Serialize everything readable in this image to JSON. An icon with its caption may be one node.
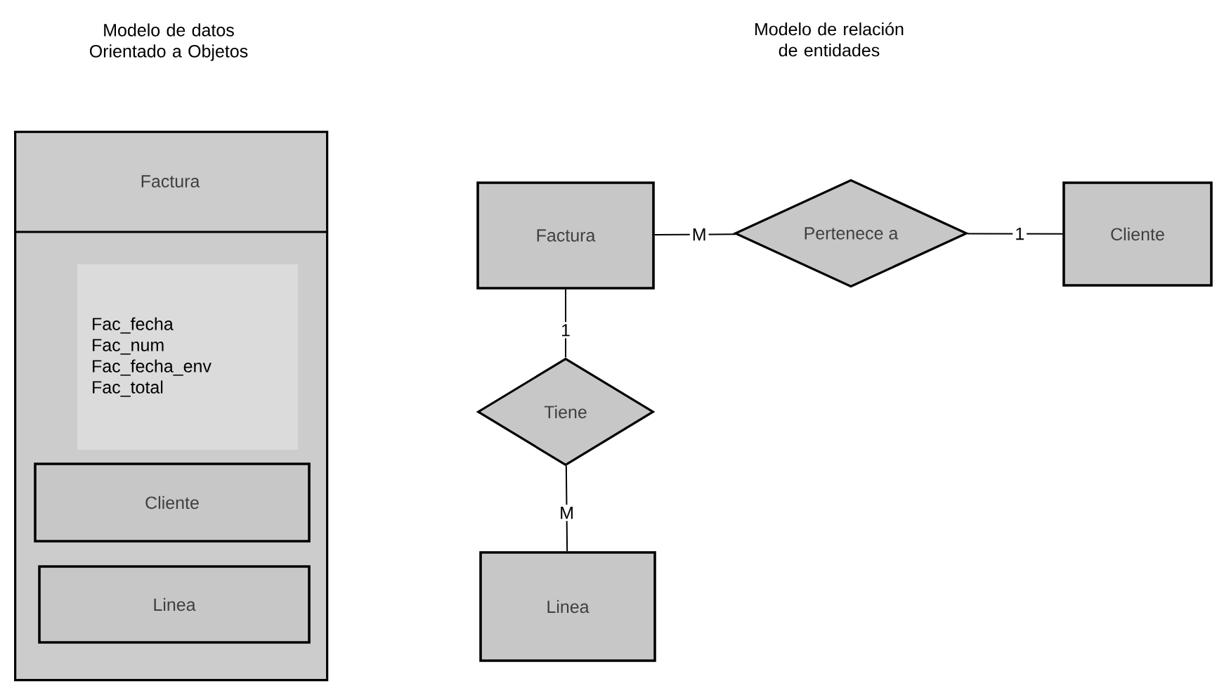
{
  "diagram": {
    "nodes": [
      {
        "text": [
          "Factura"
        ]
      },
      {
        "text": [
          "Fac_fecha",
          "Fac_num",
          "Fac_fecha_env",
          "Fac_total"
        ],
        "in": 0
      },
      {
        "text": [
          "Cliente"
        ],
        "in": 0
      },
      {
        "text": [
          "Linea"
        ],
        "in": 0
      },
      {
        "text": [
          "Factura"
        ]
      },
      {
        "text": [
          "Pertenece a"
        ]
      },
      {
        "text": [
          "Cliente"
        ]
      },
      {
        "text": [
          "Tiene"
        ]
      },
      {
        "text": [
          "Linea"
        ]
      }
    ],
    "edges": [
      {
        "from": 4,
        "to": 5,
        "arrow": "none",
        "label": "M"
      },
      {
        "from": 5,
        "to": 6,
        "arrow": "none",
        "label": "1"
      },
      {
        "from": 4,
        "to": 7,
        "arrow": "none",
        "label": "1"
      },
      {
        "from": 7,
        "to": 8,
        "arrow": "none",
        "label": "M"
      }
    ],
    "labels": [
      "Modelo de datos Orientado a Objetos",
      "Modelo de relación de entidades"
    ]
  }
}
